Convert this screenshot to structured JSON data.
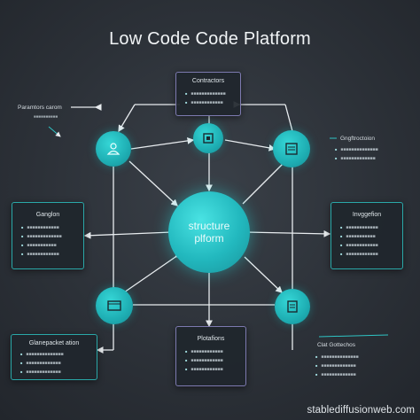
{
  "title": "Low Code Code Platform",
  "center": {
    "line1": "structure",
    "line2": "plform"
  },
  "top_box": {
    "title": "Contractors",
    "items": [
      "■■■■■■■■■■■■■",
      "■■■■■■■■■■■■"
    ]
  },
  "left_label": {
    "title": "Paramtors carom",
    "sub": "■■■■■■■■■■"
  },
  "right_label": {
    "title": "Gngftroctoion",
    "items": [
      "■■■■■■■■■■■■■■",
      "■■■■■■■■■■■■■"
    ]
  },
  "left_mid_box": {
    "title": "Ganglon",
    "items": [
      "■■■■■■■■■■■■",
      "■■■■■■■■■■■■■",
      "■■■■■■■■■■■",
      "■■■■■■■■■■■■"
    ]
  },
  "right_mid_box": {
    "title": "Invggefion",
    "items": [
      "■■■■■■■■■■■■",
      "■■■■■■■■■■■",
      "■■■■■■■■■■■■",
      "■■■■■■■■■■■■"
    ]
  },
  "bottom_left_box": {
    "title": "Glanepacket ation",
    "items": [
      "■■■■■■■■■■■■■■",
      "■■■■■■■■■■■■■",
      "■■■■■■■■■■■■■"
    ]
  },
  "bottom_center_box": {
    "title": "Plotafions",
    "items": [
      "■■■■■■■■■■■■",
      "■■■■■■■■■■■■",
      "■■■■■■■■■■■■"
    ]
  },
  "bottom_right_label": {
    "title": "Clat Gottechos",
    "items": [
      "■■■■■■■■■■■■■■",
      "■■■■■■■■■■■■■",
      "■■■■■■■■■■■■■"
    ]
  },
  "watermark": "stablediffusionweb.com",
  "colors": {
    "accent": "#22b8be",
    "line": "#e8ecef",
    "box_teal": "#2aa8a8",
    "box_purple": "#7d7ab0"
  },
  "icons": [
    "user-icon",
    "square-icon",
    "document-icon",
    "browser-icon",
    "document-icon",
    "arrow-icon"
  ]
}
